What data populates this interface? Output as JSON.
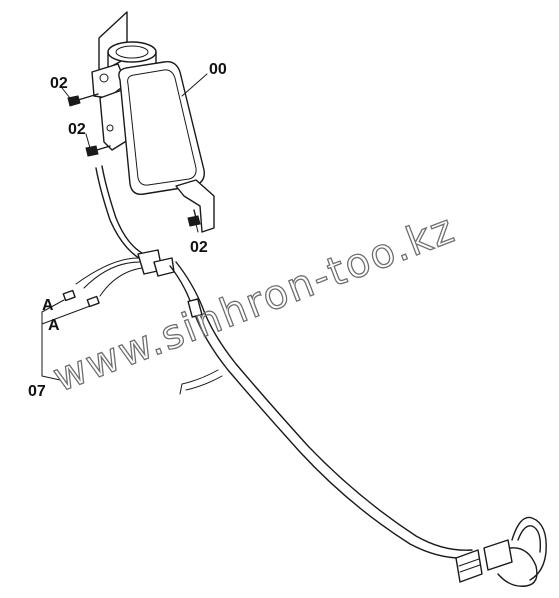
{
  "labels": {
    "mirror": "00",
    "bolt_top": "02",
    "bolt_mid": "02",
    "bolt_bottom": "02",
    "connector_a1": "A",
    "connector_a2": "A",
    "harness": "07"
  },
  "watermark": "www.sinhron-too.kz",
  "colors": {
    "line": "#1a1a1a",
    "watermark": "#6e6e6e",
    "background": "#ffffff"
  }
}
